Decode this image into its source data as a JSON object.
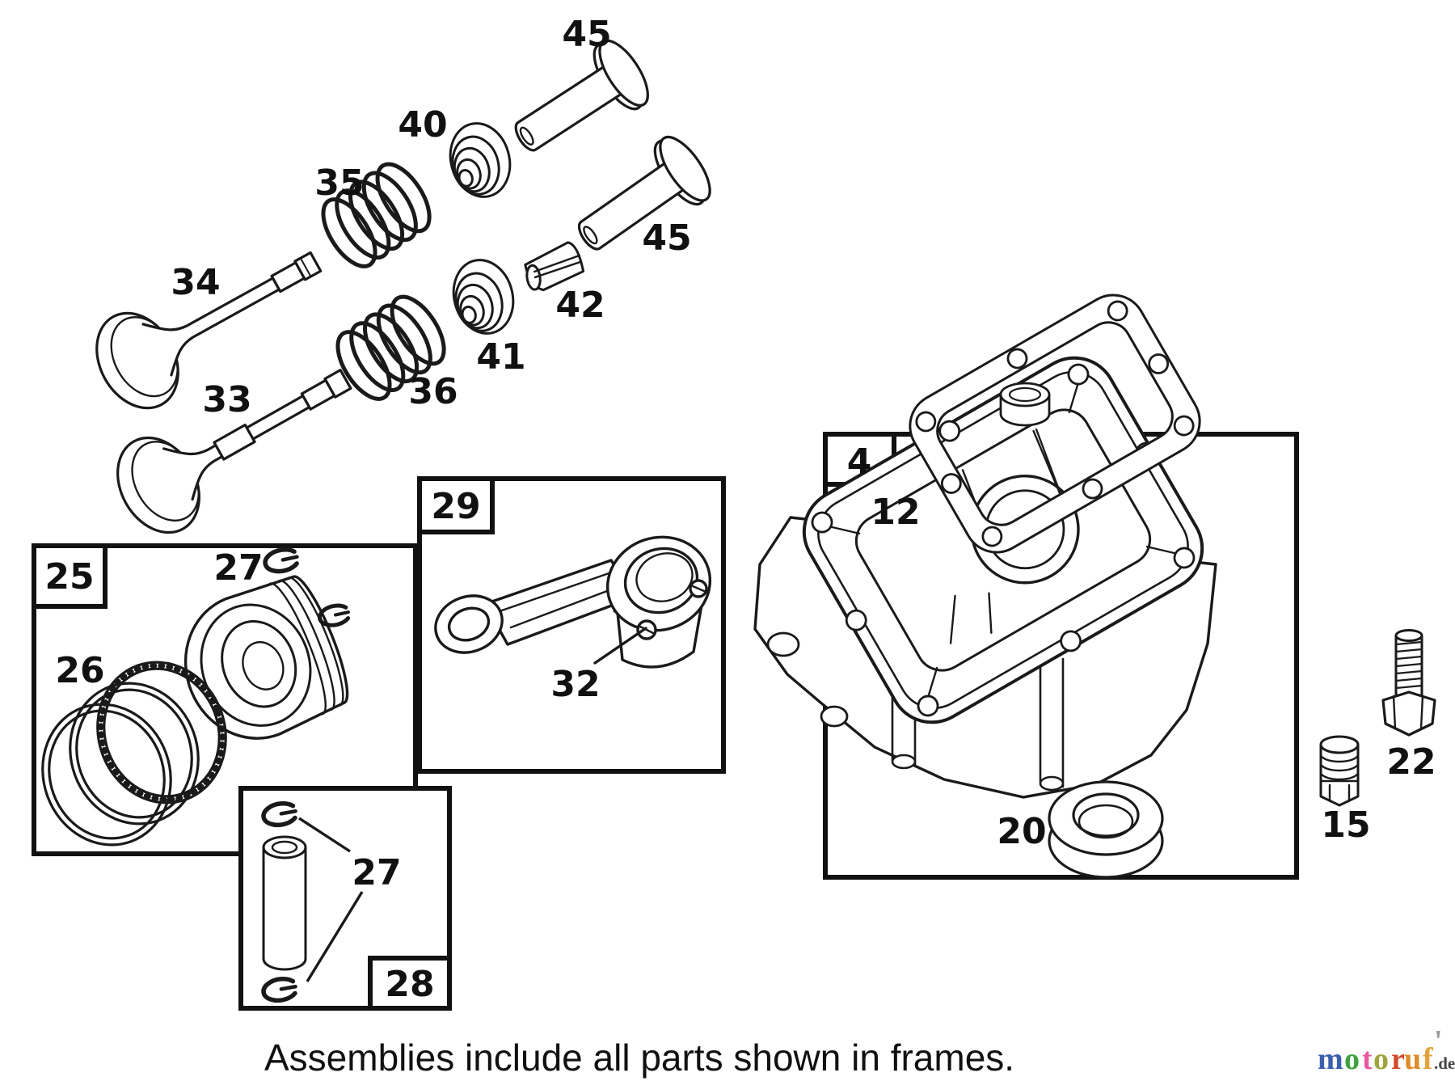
{
  "figure": {
    "note": "Assemblies include all parts shown in frames.",
    "part_labels": {
      "tappet_intake": "45",
      "tappet_exhaust": "45",
      "retainer_intake": "40",
      "spring_intake": "35",
      "valve_intake": "34",
      "valve_exhaust": "33",
      "spring_exhaust": "36",
      "retainer_exhaust": "41",
      "keeper": "42",
      "frame_piston": "25",
      "rings": "26",
      "circlip_piston": "27",
      "frame_rod": "29",
      "rod_bolt": "32",
      "frame_pin": "28",
      "circlip_pin": "27",
      "frame_sump": "4",
      "gasket": "12",
      "oil_seal": "20",
      "drain_plug": "15",
      "sump_bolt": "22"
    },
    "colors": {
      "line": "#1a1a1a",
      "background": "#ffffff"
    }
  },
  "logo": {
    "letters": [
      {
        "char": "m",
        "color": "#3b5fae"
      },
      {
        "char": "o",
        "color": "#3fa43d"
      },
      {
        "char": "t",
        "color": "#e75a9d"
      },
      {
        "char": "o",
        "color": "#9fa53c"
      },
      {
        "char": "r",
        "color": "#d44a2c"
      },
      {
        "char": "u",
        "color": "#df8c2a"
      },
      {
        "char": "f",
        "color": "#e2a43c"
      }
    ],
    "tick": "'",
    "tick_color": "#9a9a9a",
    "suffix": ".de",
    "suffix_color": "#444444"
  }
}
